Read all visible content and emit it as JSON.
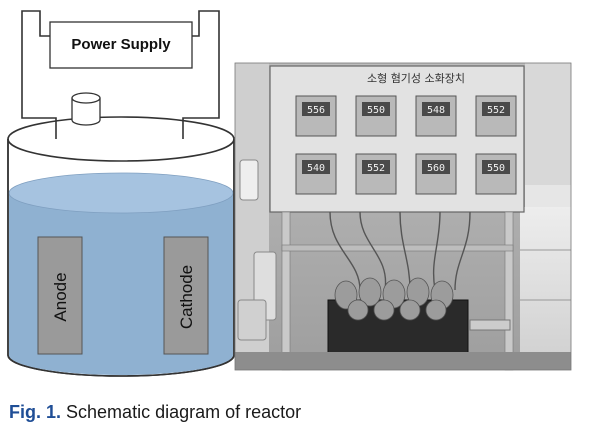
{
  "schematic": {
    "power_supply_label": "Power Supply",
    "anode_label": "Anode",
    "cathode_label": "Cathode",
    "colors": {
      "water": "#8fb1d1",
      "water_surface": "#a6c3e0",
      "electrode": "#9a9a9a",
      "outline": "#333333"
    }
  },
  "photo": {
    "panel_title": "소형 혐기성 소화장치",
    "controller_readings": [
      "556",
      "550",
      "548",
      "552",
      "540",
      "552",
      "560",
      "550"
    ]
  },
  "caption": {
    "label": "Fig. 1.",
    "text": "Schematic diagram of reactor"
  }
}
